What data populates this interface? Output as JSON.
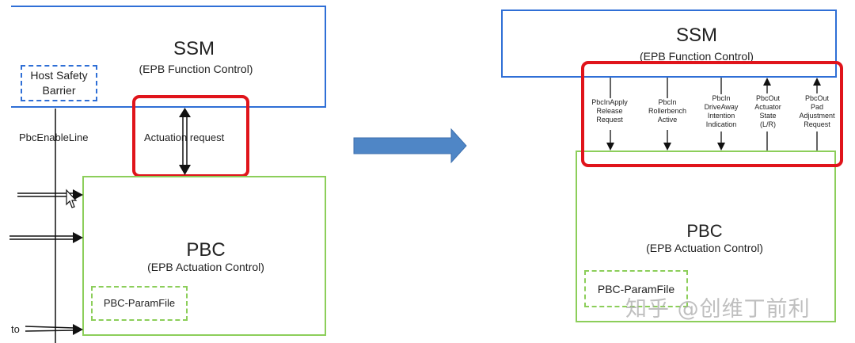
{
  "left": {
    "ssm": {
      "title": "SSM",
      "subtitle": "(EPB Function Control)"
    },
    "host_safety_barrier": {
      "line1": "Host Safety",
      "line2": "Barrier"
    },
    "enable_line_label": "PbcEnableLine",
    "actuation_request_label": "Actuation request",
    "pbc": {
      "title": "PBC",
      "subtitle": "(EPB Actuation Control)"
    },
    "param_file": "PBC-ParamFile",
    "cut_text": "to"
  },
  "right": {
    "ssm": {
      "title": "SSM",
      "subtitle": "(EPB Function Control)"
    },
    "signals": [
      {
        "lines": [
          "PbcInApply",
          "Release",
          "Request"
        ],
        "direction": "down"
      },
      {
        "lines": [
          "PbcIn",
          "Rollerbench",
          "Active"
        ],
        "direction": "down"
      },
      {
        "lines": [
          "PbcIn",
          "DriveAway",
          "Intention",
          "Indication"
        ],
        "direction": "down"
      },
      {
        "lines": [
          "PbcOut",
          "Actuator",
          "State",
          "(L/R)"
        ],
        "direction": "up"
      },
      {
        "lines": [
          "PbcOut",
          "Pad",
          "Adjustment",
          "Request"
        ],
        "direction": "up"
      }
    ],
    "pbc": {
      "title": "PBC",
      "subtitle": "(EPB Actuation Control)"
    },
    "param_file": "PBC-ParamFile"
  },
  "watermark": "知乎 @创维丁前利",
  "colors": {
    "ssm_border": "#2f6fd6",
    "pbc_border": "#8cce5a",
    "highlight": "#e0141b",
    "arrow_fill": "#4f86c6"
  }
}
